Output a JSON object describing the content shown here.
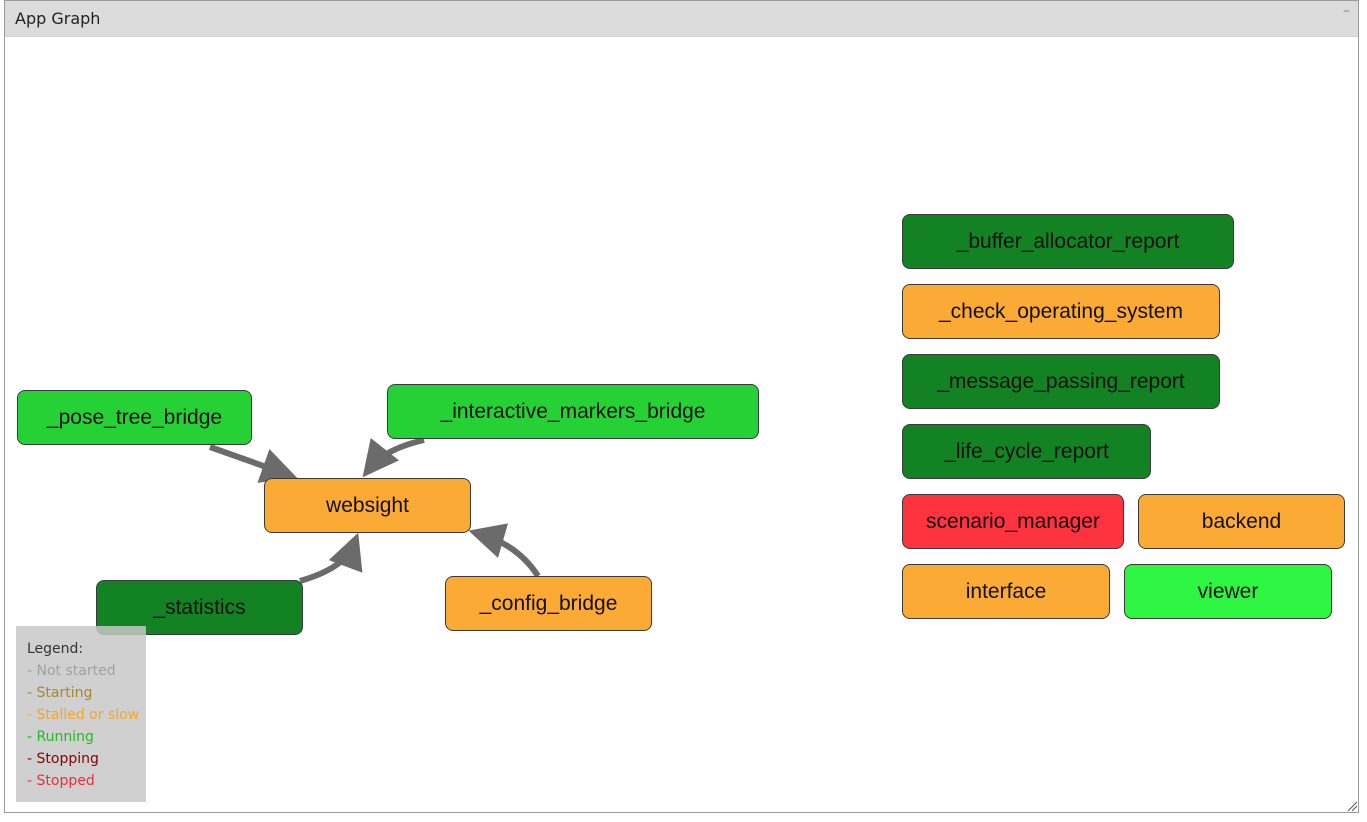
{
  "window": {
    "title": "App Graph",
    "minimize_label": "–"
  },
  "nodes": [
    {
      "id": "pose_tree_bridge",
      "label": "_pose_tree_bridge",
      "status": "running"
    },
    {
      "id": "interactive_markers_bridge",
      "label": "_interactive_markers_bridge",
      "status": "running"
    },
    {
      "id": "websight",
      "label": "websight",
      "status": "stalled"
    },
    {
      "id": "statistics",
      "label": "_statistics",
      "status": "running_dark"
    },
    {
      "id": "config_bridge",
      "label": "_config_bridge",
      "status": "stalled"
    },
    {
      "id": "buffer_allocator_report",
      "label": "_buffer_allocator_report",
      "status": "running_dark"
    },
    {
      "id": "check_operating_system",
      "label": "_check_operating_system",
      "status": "stalled"
    },
    {
      "id": "message_passing_report",
      "label": "_message_passing_report",
      "status": "running_dark"
    },
    {
      "id": "life_cycle_report",
      "label": "_life_cycle_report",
      "status": "running_dark"
    },
    {
      "id": "scenario_manager",
      "label": "scenario_manager",
      "status": "stopped"
    },
    {
      "id": "backend",
      "label": "backend",
      "status": "stalled"
    },
    {
      "id": "interface",
      "label": "interface",
      "status": "stalled"
    },
    {
      "id": "viewer",
      "label": "viewer",
      "status": "running_bright"
    }
  ],
  "edges": [
    {
      "from": "pose_tree_bridge",
      "to": "websight"
    },
    {
      "from": "interactive_markers_bridge",
      "to": "websight"
    },
    {
      "from": "statistics",
      "to": "websight"
    },
    {
      "from": "config_bridge",
      "to": "websight"
    }
  ],
  "legend": {
    "title": "Legend:",
    "items": [
      {
        "label": "- Not started",
        "color": "#a0a0a0"
      },
      {
        "label": "- Starting",
        "color": "#a8872a"
      },
      {
        "label": "- Stalled or slow",
        "color": "#f5a623"
      },
      {
        "label": "- Running",
        "color": "#22bb22"
      },
      {
        "label": "- Stopping",
        "color": "#8b0000"
      },
      {
        "label": "- Stopped",
        "color": "#e8303a"
      }
    ]
  },
  "colors": {
    "running": "#26d136",
    "running_dark": "#128222",
    "running_bright": "#2ef541",
    "stalled": "#fbaa36",
    "stopped": "#fd3440",
    "edge": "#6b6b6b",
    "titlebar": "#dcdcdc"
  }
}
